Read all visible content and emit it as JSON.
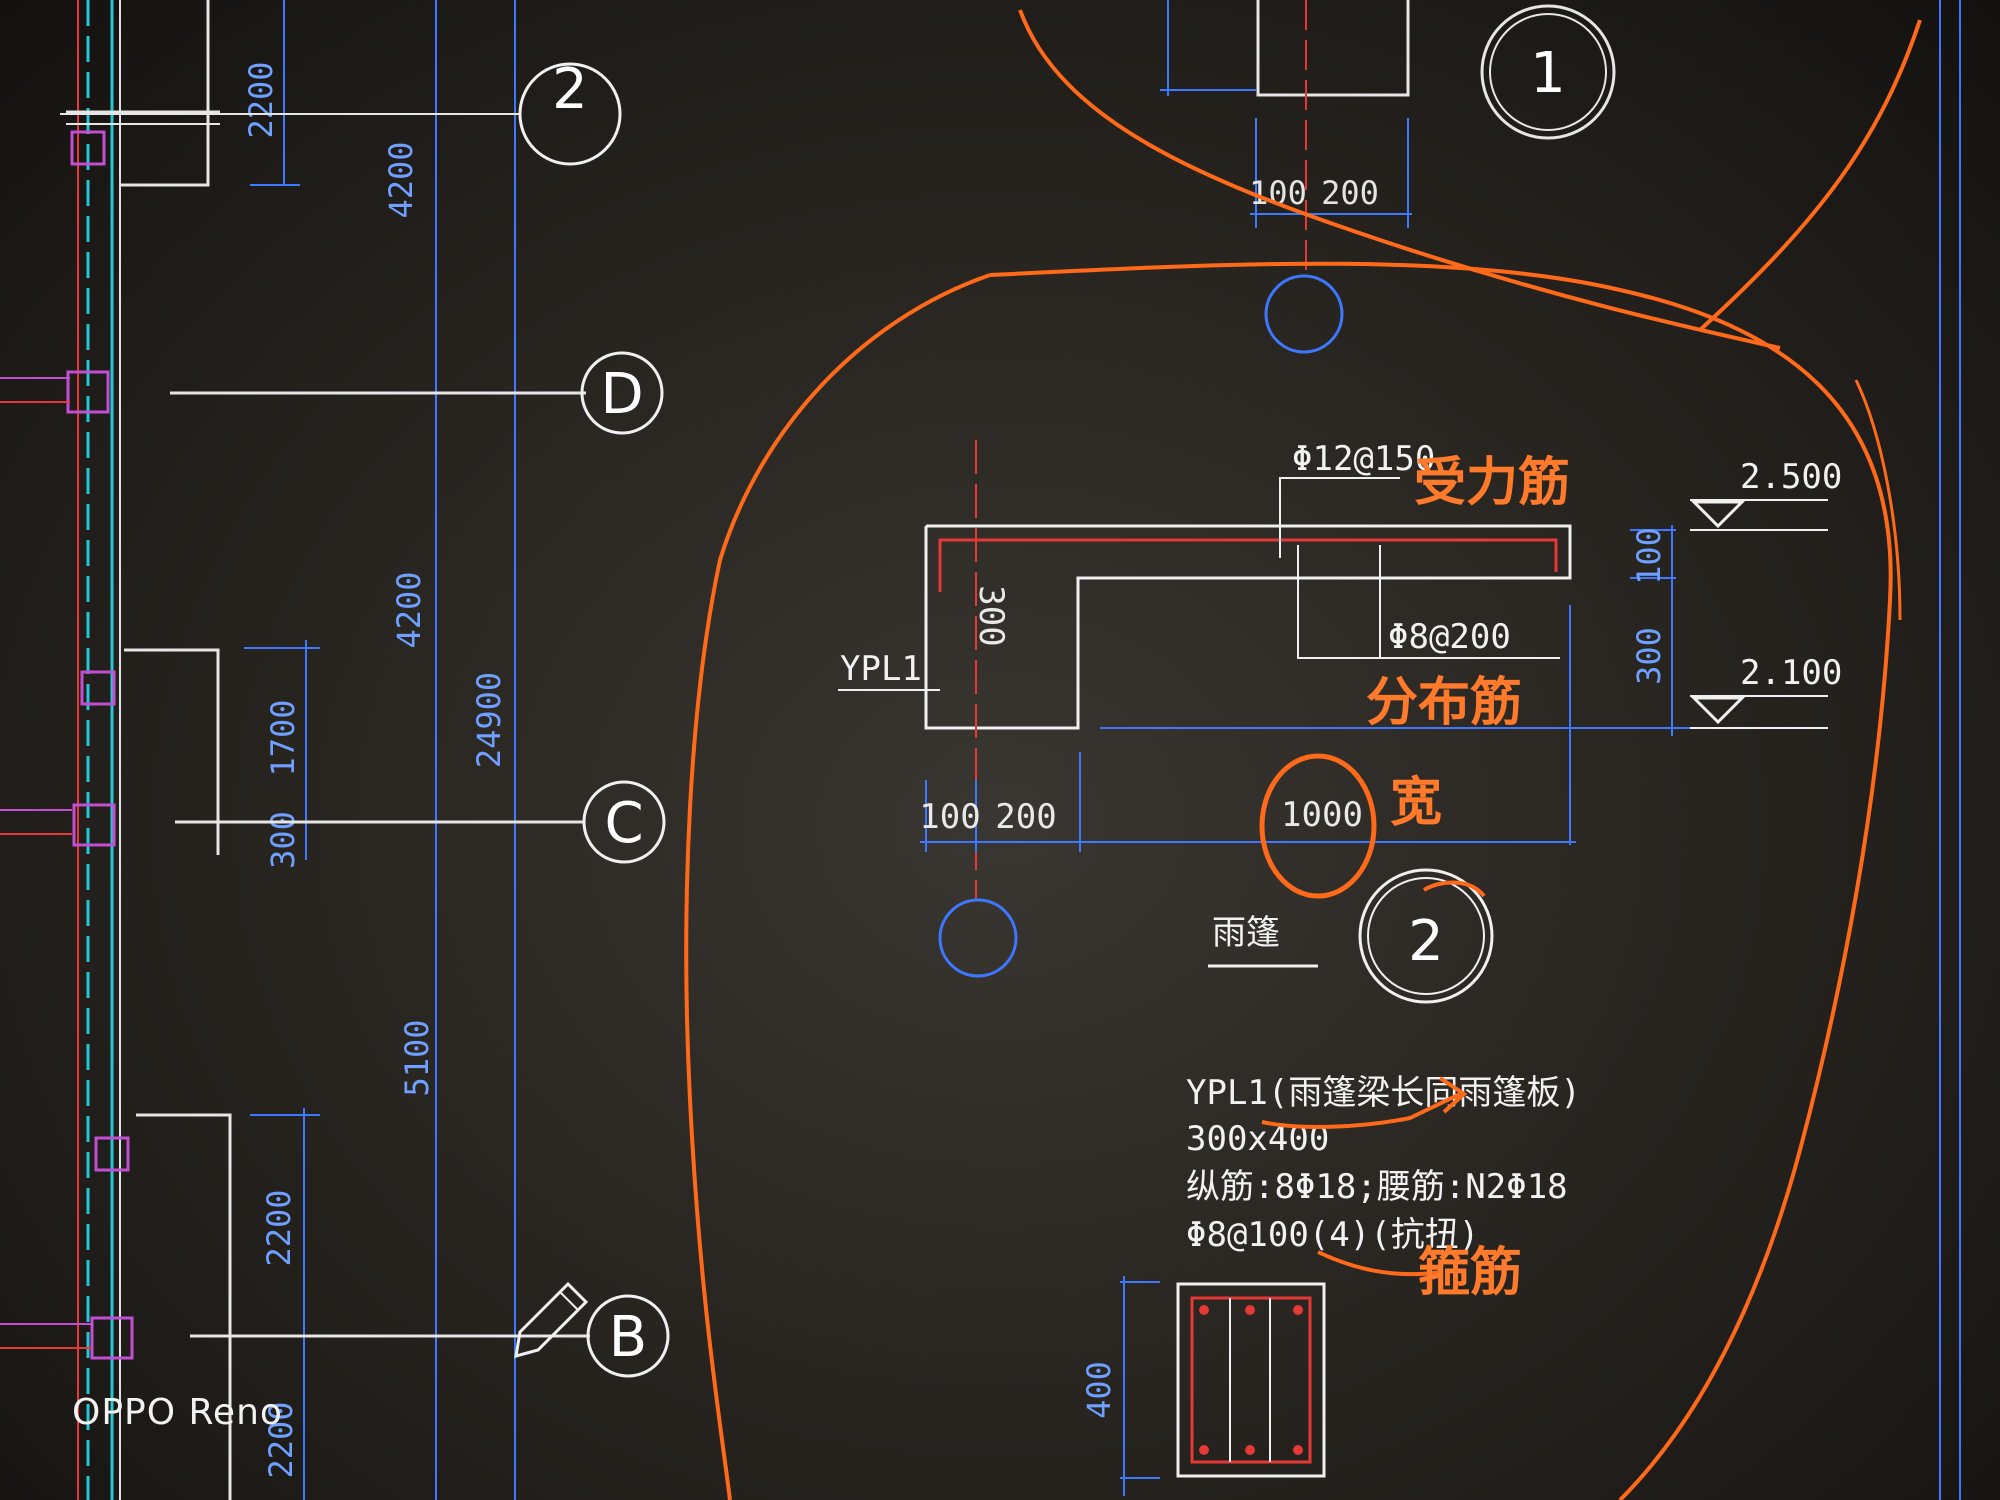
{
  "colors": {
    "background": "#1c1a17",
    "blue_line": "#3d78ff",
    "white_line": "#f0f0f0",
    "red_line": "#e53935",
    "orange_ink": "#ff6a1a",
    "magenta": "#c24fd1",
    "cyan": "#25c7d6"
  },
  "left_plan": {
    "dimensions": {
      "d_top": "2200",
      "d_4200_top": "4200",
      "d_1700": "1700",
      "d_300": "300",
      "d_4200_mid": "4200",
      "d_24900": "24900",
      "d_5100": "5100",
      "d_2200_low": "2200",
      "d_2200_bottom": "2200"
    },
    "axes": {
      "axis_2": "2",
      "axis_d": "D",
      "axis_c": "C",
      "axis_b": "B"
    }
  },
  "top_detail": {
    "axis_1": "1",
    "dim_100": "100",
    "dim_200": "200"
  },
  "section": {
    "rebar_top": "Φ12@150",
    "rebar_distribution": "Φ8@200",
    "beam_label": "YPL1",
    "height_300": "300",
    "dim_100": "100",
    "dim_200": "200",
    "dim_1000": "1000",
    "right_dim_100": "100",
    "right_dim_300": "300",
    "elev_top": "2.500",
    "elev_bottom": "2.100",
    "title": "雨篷",
    "detail_number": "2"
  },
  "annotations": {
    "main_bar": "受力筋",
    "distribution_bar": "分布筋",
    "width": "宽",
    "stirrup": "箍筋"
  },
  "beam_notes": {
    "line1": "YPL1(雨篷梁长同雨篷板)",
    "line2": "300x400",
    "line3": "纵筋:8Φ18;腰筋:N2Φ18",
    "line4": "Φ8@100(4)(抗扭)",
    "section_height": "400"
  },
  "watermark": "OPPO Reno"
}
